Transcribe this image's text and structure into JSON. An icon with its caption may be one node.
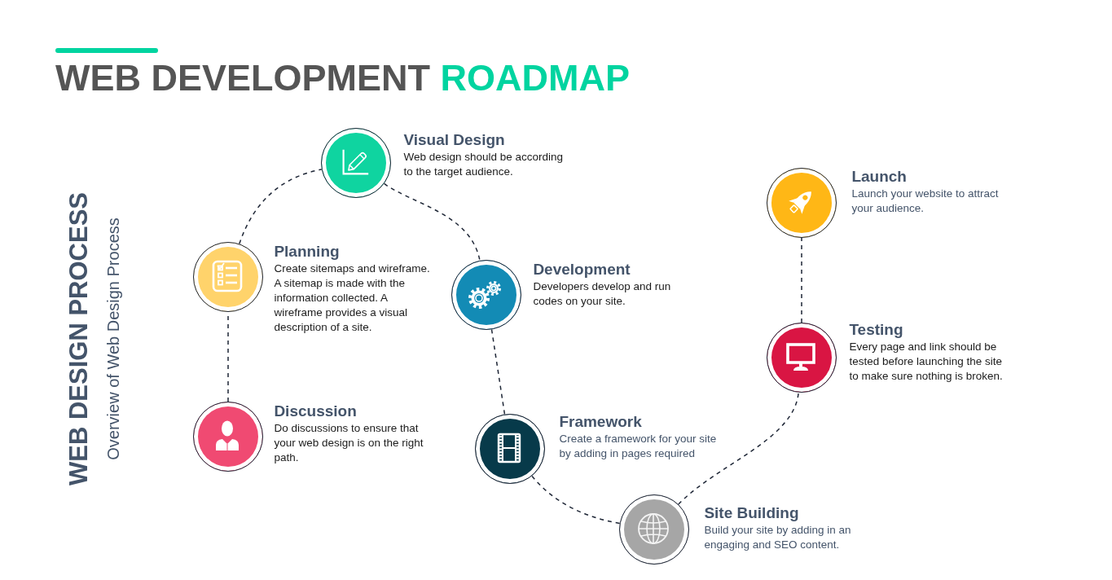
{
  "diagram": {
    "title": "WEB DEVELOPMENT ROADMAP",
    "nodes": [
      {
        "text": [
          "Discussion",
          "Do discussions to ensure that your web design is on the right path."
        ]
      },
      {
        "text": [
          "Planning",
          "Create sitemaps and wireframe. A sitemap is made with the information collected. A wireframe provides a visual description of a site."
        ]
      },
      {
        "text": [
          "Visual Design",
          "Web design should be according to the target audience."
        ]
      },
      {
        "text": [
          "Development",
          "Developers develop and run codes on your site."
        ]
      },
      {
        "text": [
          "Framework",
          "Create a framework for your site by adding in pages required"
        ]
      },
      {
        "text": [
          "Site Building",
          "Build your site by adding in an engaging and SEO content."
        ]
      },
      {
        "text": [
          "Testing",
          "Every page and link should be tested before launching the site to make sure nothing is broken."
        ]
      },
      {
        "text": [
          "Launch",
          "Launch your website to attract your audience."
        ]
      }
    ],
    "edges": [
      {
        "from": 0,
        "to": 1,
        "arrow": "none",
        "style": "dashed"
      },
      {
        "from": 1,
        "to": 2,
        "arrow": "none",
        "style": "dashed"
      },
      {
        "from": 2,
        "to": 3,
        "arrow": "none",
        "style": "dashed"
      },
      {
        "from": 3,
        "to": 4,
        "arrow": "none",
        "style": "dashed"
      },
      {
        "from": 4,
        "to": 5,
        "arrow": "none",
        "style": "dashed"
      },
      {
        "from": 5,
        "to": 6,
        "arrow": "none",
        "style": "dashed"
      },
      {
        "from": 6,
        "to": 7,
        "arrow": "none",
        "style": "dashed"
      }
    ],
    "labels": [
      "WEB DESIGN PROCESS",
      "Overview of Web Design Process"
    ]
  }
}
